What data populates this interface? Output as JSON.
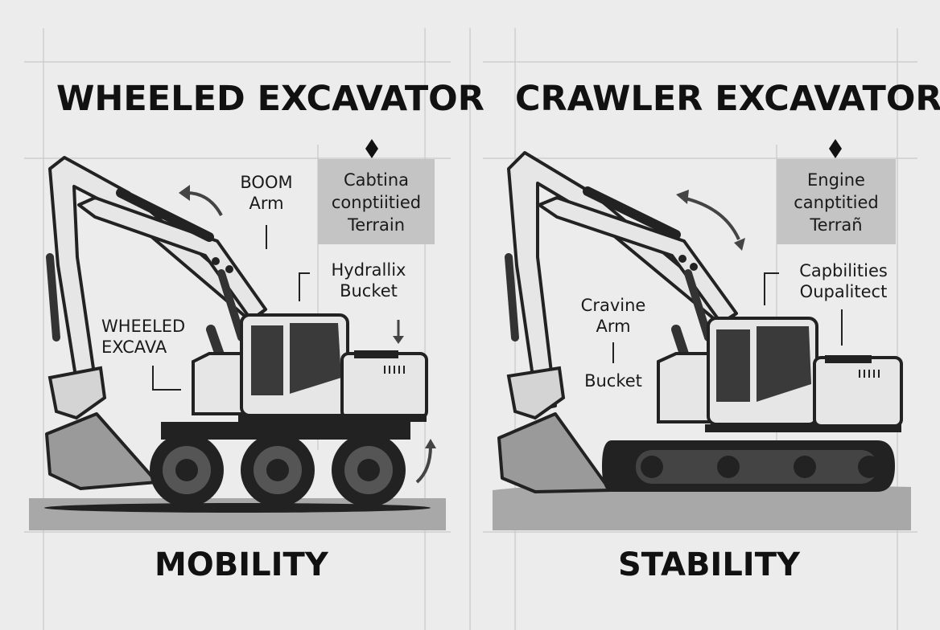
{
  "colors": {
    "background": "#ececec",
    "ground": "#a8a8a8",
    "body": "#e6e6e6",
    "dark": "#222222",
    "label_box": "#c4c4c4"
  },
  "left_panel": {
    "title": "WHEELED EXCAVATOR",
    "footer": "MOBILITY",
    "box_label": [
      "Cabtina",
      "conptiitied",
      "Terrain"
    ],
    "label_boom": [
      "BOOM",
      "Arm"
    ],
    "label_bucket": [
      "Hydrallix",
      "Bucket"
    ],
    "label_side": [
      "WHEELED",
      "EXCAVA"
    ]
  },
  "right_panel": {
    "title": "CRAWLER EXCAVATOR",
    "footer": "STABILITY",
    "box_label": [
      "Engine",
      "canptitied",
      "Terrañ"
    ],
    "label_cap": [
      "Capbilities",
      "Oupalitect"
    ],
    "label_arm": [
      "Cravine",
      "Arm"
    ],
    "label_bucket": "Bucket"
  },
  "icons": [
    "diamond-icon",
    "curved-arrow-icon",
    "double-arrow-icon",
    "down-arrow-icon"
  ]
}
